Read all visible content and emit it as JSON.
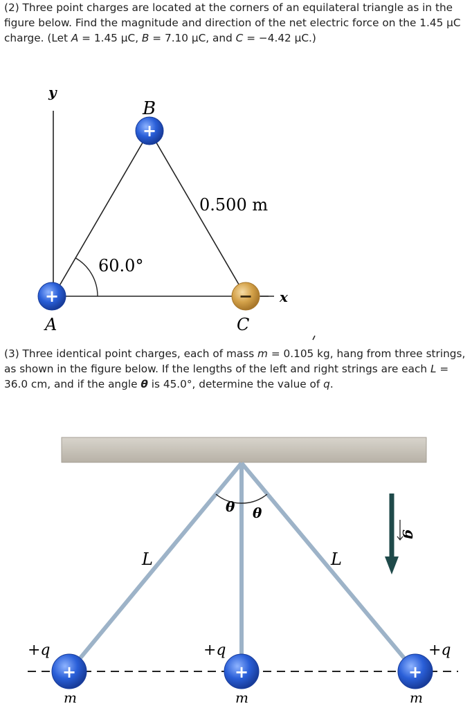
{
  "problem2": {
    "text_parts": [
      "(2) Three point charges are located at the corners of an equilateral triangle as in the figure below. Find the magnitude and direction of the net electric force on the 1.45 μC charge. (Let ",
      "A",
      " = 1.45 μC, ",
      "B",
      " = 7.10 μC, and ",
      "C",
      " = −4.42 μC.)"
    ],
    "figure": {
      "axis_y": "y",
      "axis_x": "x",
      "label_A": "A",
      "label_B": "B",
      "label_C": "C",
      "sign_A": "+",
      "sign_B": "+",
      "sign_C": "−",
      "side_length": "0.500 m",
      "angle": "60.0°",
      "colors": {
        "positive": "#2a5fd8",
        "negative": "#d4a24a",
        "line": "#222222"
      }
    }
  },
  "problem3": {
    "text_parts": [
      "(3) Three identical point charges, each of mass ",
      "m",
      " = 0.105 kg, hang from three strings, as shown in the figure below. If the lengths of the left and right strings are each ",
      "L",
      " = 36.0 cm, and if the angle ",
      "θ",
      " is 45.0°, determine the value of ",
      "q",
      "."
    ],
    "figure": {
      "theta_left": "θ",
      "theta_right": "θ",
      "L_left": "L",
      "L_right": "L",
      "gravity": "g",
      "charge_left": "+q",
      "charge_mid": "+q",
      "charge_right": "+q",
      "mass_left": "m",
      "mass_mid": "m",
      "mass_right": "m",
      "sign": "+",
      "colors": {
        "ceiling": "#c9c4bb",
        "string": "#9db3c8",
        "charge": "#2a5fd8",
        "arrow": "#1f4a4a"
      }
    }
  }
}
